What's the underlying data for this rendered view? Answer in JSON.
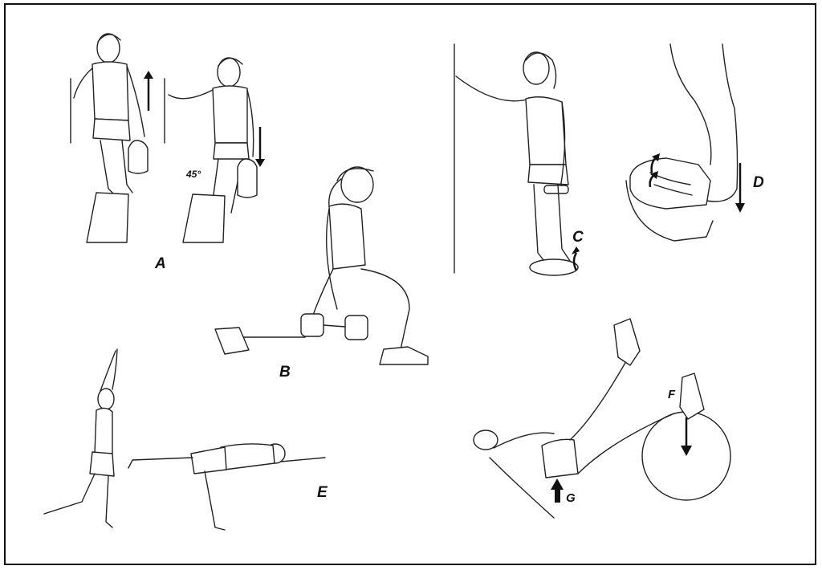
{
  "figure": {
    "description": "Line-art illustration of lower-limb balance and strengthening exercises",
    "panels": [
      {
        "id": "A",
        "label": "A",
        "description": "Step-down exercise from a step block while holding a weight bag, hand on wall; 45° knee angle",
        "annotation": "45°"
      },
      {
        "id": "B",
        "label": "B",
        "description": "Lunge holding dumbbells"
      },
      {
        "id": "C",
        "label": "C",
        "description": "Single-leg stance on balance disc with hand on wall, holding dumbbell"
      },
      {
        "id": "D",
        "label": "D",
        "description": "Close-up of foot on balance disc with toe-curl arrows and downward arrow"
      },
      {
        "id": "E",
        "label": "E",
        "description": "Single-leg reach from standing arms overhead to airplane/T-balance"
      },
      {
        "id": "F",
        "label": "F",
        "description": "Heel pressing down on exercise ball (downward arrow)"
      },
      {
        "id": "G",
        "label": "G",
        "description": "Hip lift from supine position (upward arrow)"
      }
    ]
  },
  "colors": {
    "line": "#222222",
    "background": "#ffffff",
    "border": "#111111"
  }
}
